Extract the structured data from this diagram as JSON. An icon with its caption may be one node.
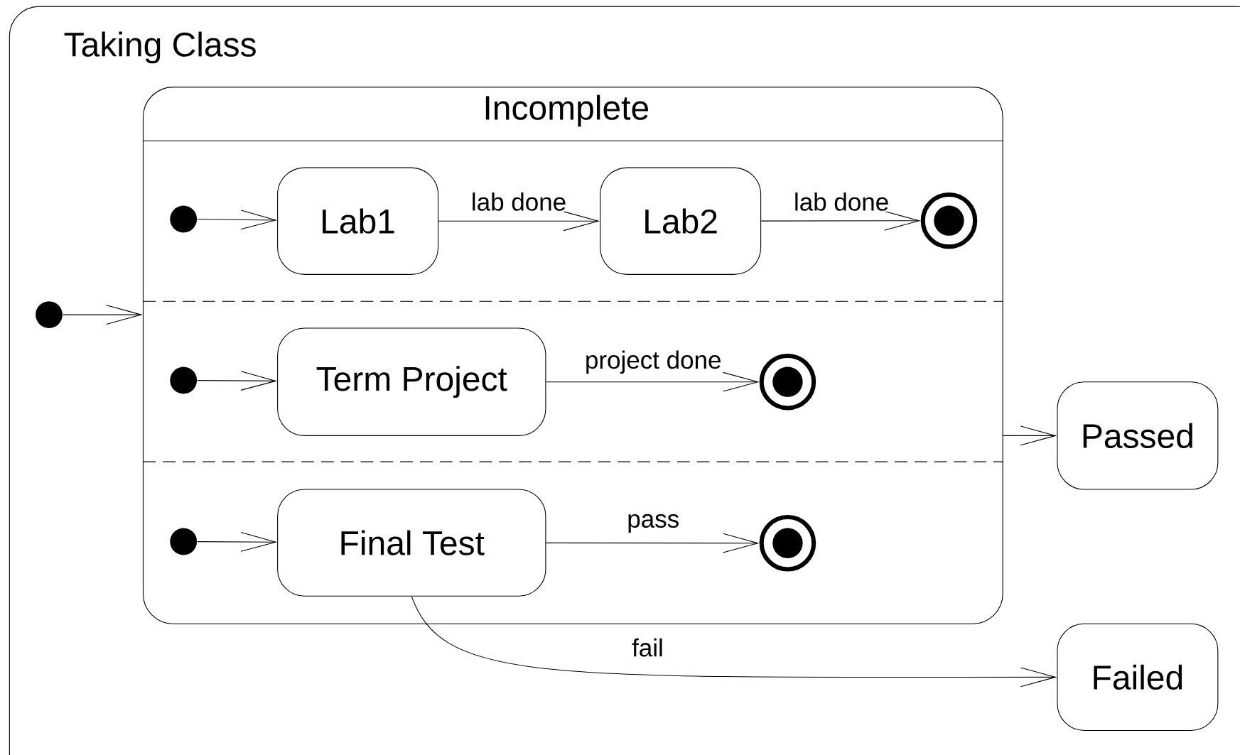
{
  "diagram": {
    "nodes": [
      {
        "text": [
          "Taking Class"
        ]
      },
      {
        "text": [
          "Incomplete"
        ],
        "in": 0
      },
      {
        "text": [],
        "shape": "dot",
        "in": 1
      },
      {
        "text": [
          "Lab1"
        ],
        "in": 1
      },
      {
        "text": [
          "Lab2"
        ],
        "in": 1
      },
      {
        "text": [],
        "shape": "bullseye",
        "in": 1
      },
      {
        "text": [],
        "shape": "dot",
        "in": 1
      },
      {
        "text": [
          "Term Project"
        ],
        "in": 1
      },
      {
        "text": [],
        "shape": "bullseye",
        "in": 1
      },
      {
        "text": [],
        "shape": "dot",
        "in": 1
      },
      {
        "text": [
          "Final Test"
        ],
        "in": 1
      },
      {
        "text": [],
        "shape": "bullseye",
        "in": 1
      },
      {
        "text": [],
        "shape": "dot",
        "in": 0
      },
      {
        "text": [
          "Passed"
        ],
        "in": 0
      },
      {
        "text": [
          "Failed"
        ],
        "in": 0
      }
    ],
    "edges": [
      {
        "from": 12,
        "to": 1,
        "arrow": "to"
      },
      {
        "from": 2,
        "to": 3,
        "arrow": "to"
      },
      {
        "from": 3,
        "to": 4,
        "arrow": "to",
        "label": "lab done"
      },
      {
        "from": 4,
        "to": 5,
        "arrow": "to",
        "label": "lab done"
      },
      {
        "from": 6,
        "to": 7,
        "arrow": "to"
      },
      {
        "from": 7,
        "to": 8,
        "arrow": "to",
        "label": "project done"
      },
      {
        "from": 9,
        "to": 10,
        "arrow": "to"
      },
      {
        "from": 10,
        "to": 11,
        "arrow": "to",
        "label": "pass"
      },
      {
        "from": 1,
        "to": 13,
        "arrow": "to"
      },
      {
        "from": 10,
        "to": 14,
        "arrow": "to",
        "label": "fail"
      }
    ]
  }
}
